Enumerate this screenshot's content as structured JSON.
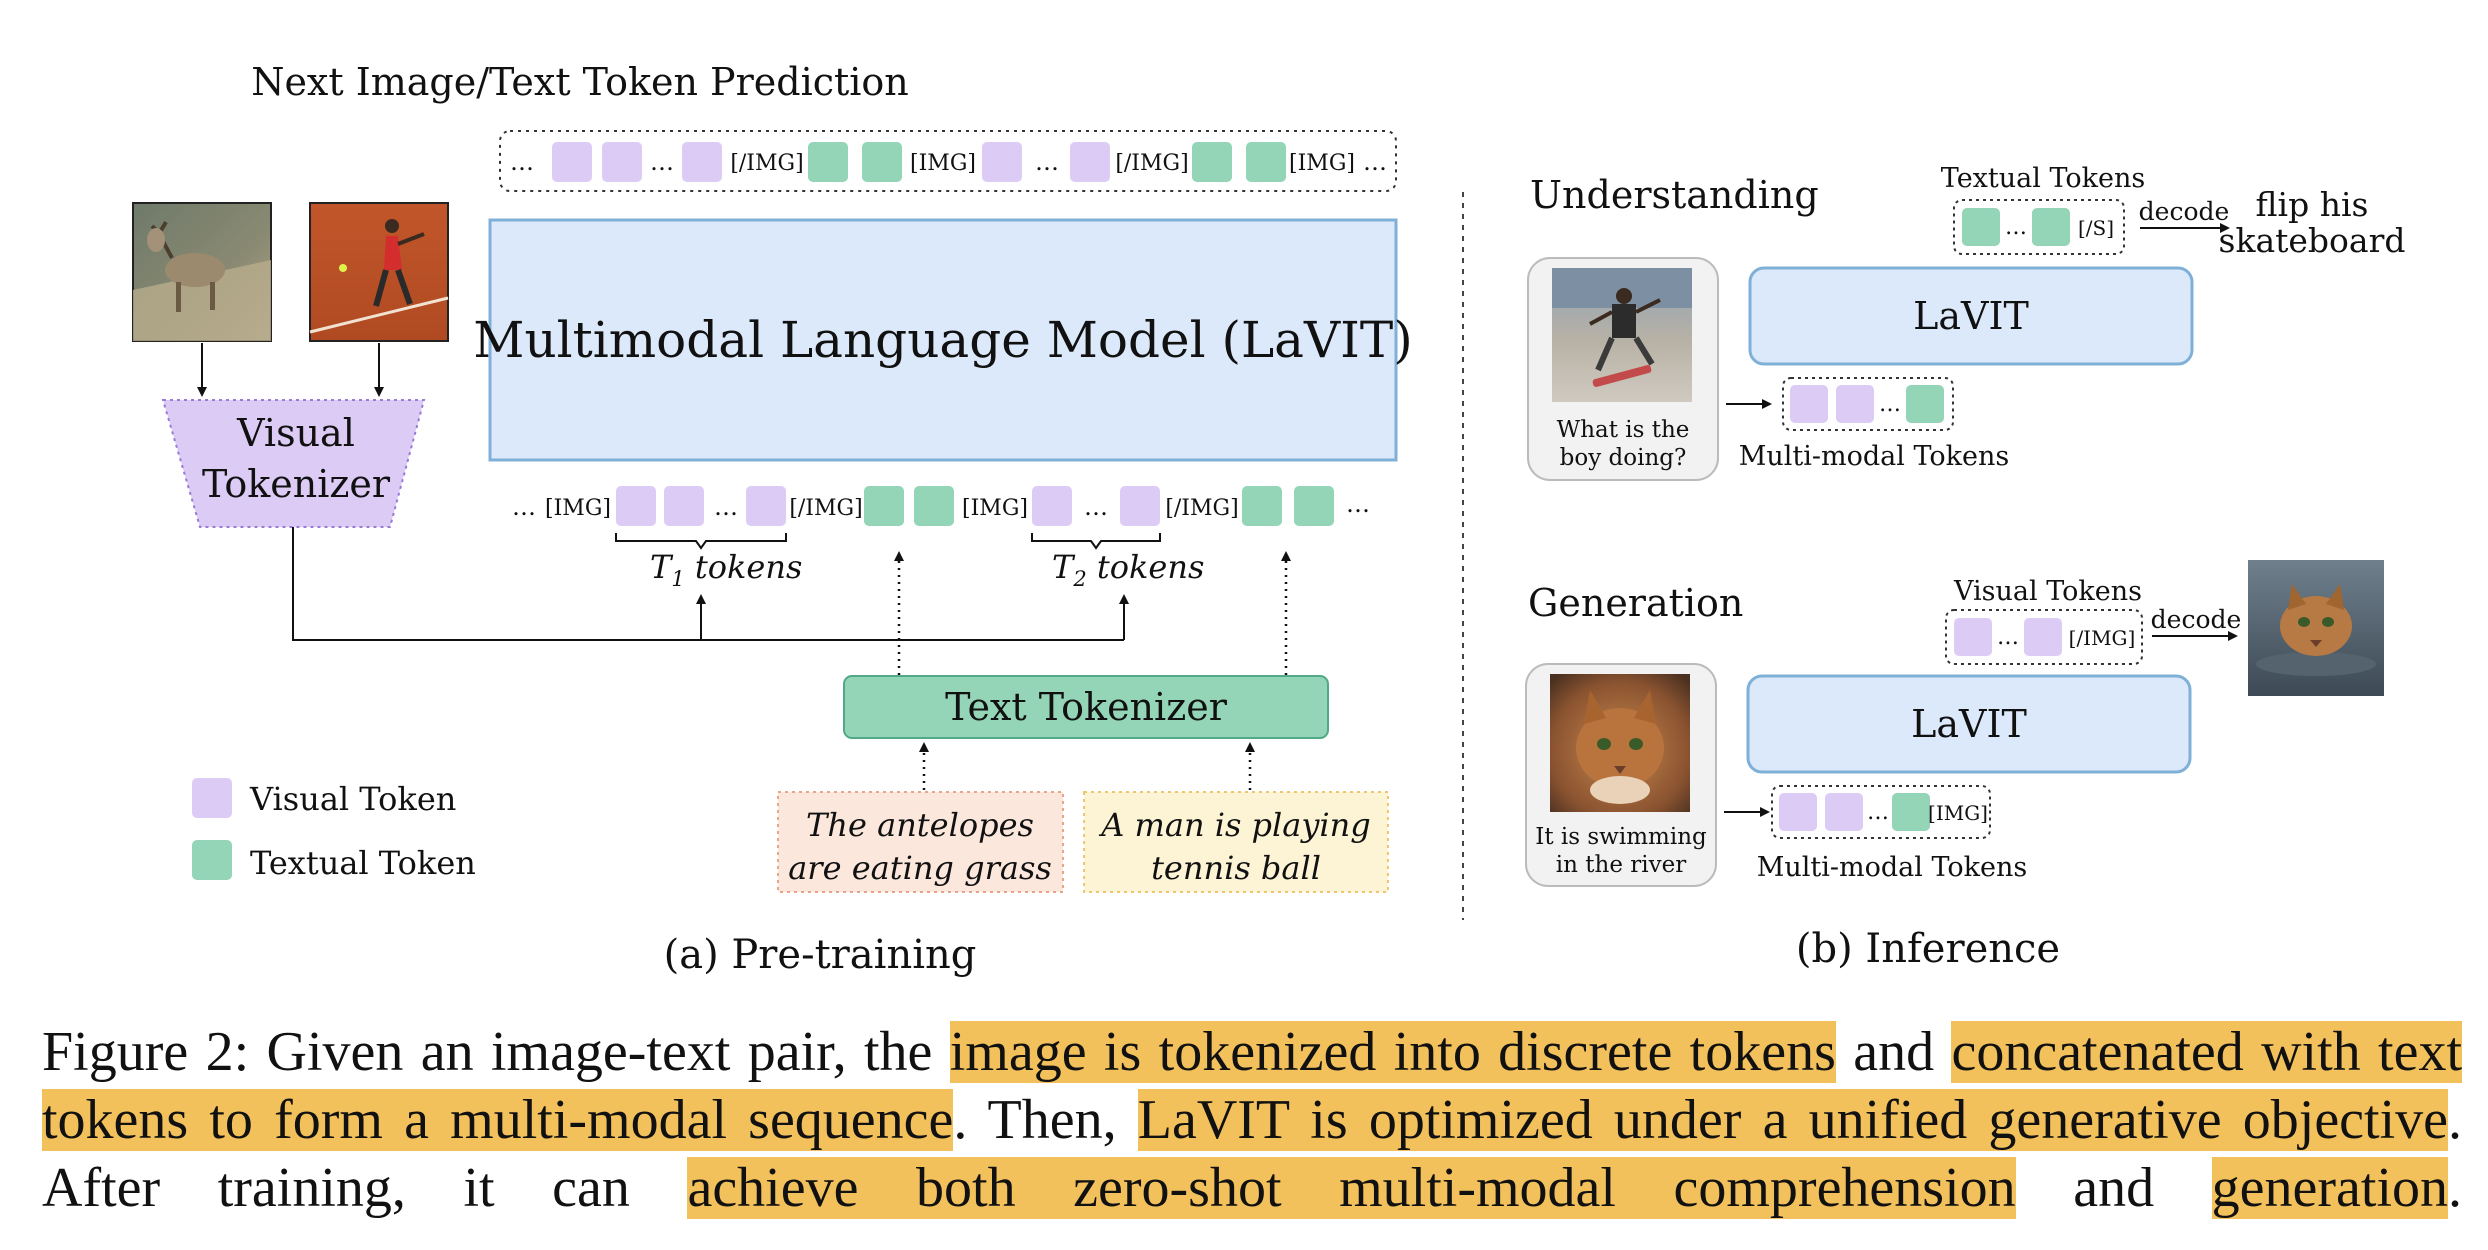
{
  "pretraining": {
    "title": "Next Image/Text Token Prediction",
    "top_sequence": {
      "ellipsis": "…",
      "img_open": "[IMG]",
      "img_close": "[/IMG]"
    },
    "model_label": "Multimodal Language Model (LaVIT)",
    "visual_tokenizer": [
      "Visual",
      "Tokenizer"
    ],
    "bottom_sequence": {
      "ellipsis": "…",
      "img_open": "[IMG]",
      "img_close": "[/IMG]"
    },
    "brace_label_1": {
      "main": "T",
      "sub": "1",
      "rest": " tokens"
    },
    "brace_label_2": {
      "main": "T",
      "sub": "2",
      "rest": " tokens"
    },
    "text_tokenizer": "Text Tokenizer",
    "caption_boxes": [
      [
        "The antelopes",
        "are eating grass"
      ],
      [
        "A man is playing",
        "tennis ball"
      ]
    ],
    "legend": {
      "visual": "Visual Token",
      "textual": "Textual Token"
    },
    "subcaption": "(a) Pre-training"
  },
  "inference": {
    "understanding": {
      "heading": "Understanding",
      "question": [
        "What is the",
        "boy doing?"
      ],
      "model_label": "LaVIT",
      "input_label": "Multi-modal Tokens",
      "output_label": "Textual Tokens",
      "end_token": "[/S]",
      "decode_label": "decode",
      "answer": [
        "flip his",
        "skateboard"
      ]
    },
    "generation": {
      "heading": "Generation",
      "prompt": [
        "It is swimming",
        "in the river"
      ],
      "model_label": "LaVIT",
      "input_label": "Multi-modal Tokens",
      "input_end_token": "[IMG]",
      "output_label": "Visual Tokens",
      "output_end_token": "[/IMG]",
      "decode_label": "decode"
    },
    "subcaption": "(b) Inference"
  },
  "colors": {
    "visual_token": "#dccbf4",
    "textual_token": "#93d5b6",
    "model_fill": "#dce9fa",
    "model_stroke": "#7fb0d8",
    "caption_highlight": "#f3c15c",
    "caption_box_1": "#fbe7dc",
    "caption_box_2": "#fdf3d5"
  },
  "caption": {
    "p1": "Figure 2: Given an image-text pair, the ",
    "h1": "image is tokenized into discrete tokens",
    "p2": " and ",
    "h2": "concatenated with text tokens to form a multi-modal sequence",
    "p3": ". Then, ",
    "h3": "LaVIT is optimized under a unified generative objective",
    "p4": ". After training, it can ",
    "h4": "achieve both zero-shot multi-modal comprehension",
    "p5": " and ",
    "h5": "generation",
    "p6": "."
  }
}
